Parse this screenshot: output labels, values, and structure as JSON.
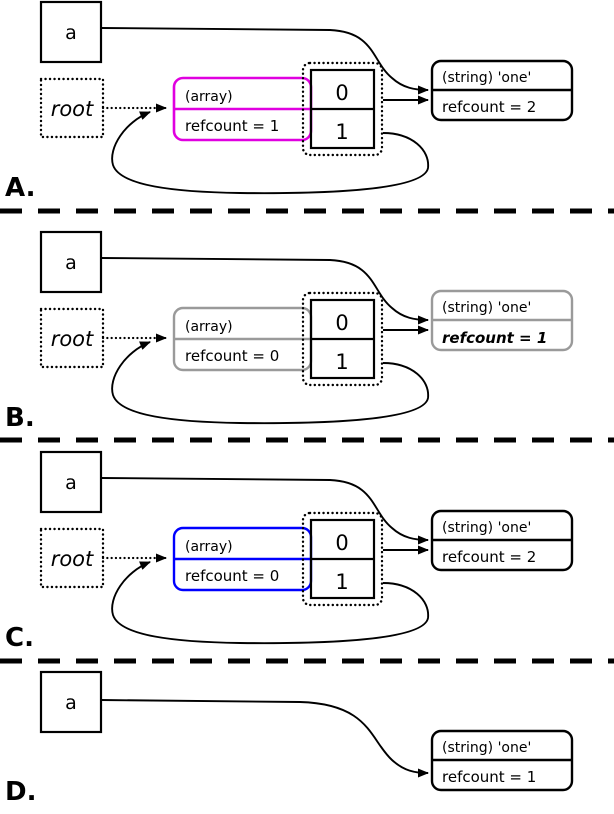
{
  "diagram": {
    "title": "PHP reference counting / cyclic garbage collection panels",
    "colors": {
      "black": "#000000",
      "magenta": "#e000e0",
      "blue": "#0000ff",
      "grey": "#9a9a9a",
      "white": "#ffffff"
    },
    "labels": {
      "variable": "a",
      "root": "root",
      "index_0": "0",
      "index_1": "1",
      "array_type": "(array)",
      "string_type": "(string) 'one'"
    },
    "panels": [
      {
        "id": "A",
        "label": "A.",
        "variable_box": {
          "text": "a"
        },
        "root_box": {
          "text": "root"
        },
        "array_box": {
          "type_text": "(array)",
          "refcount_text": "refcount = 1",
          "color": "#e000e0",
          "state": "highlighted-magenta"
        },
        "cells": [
          {
            "index": "0"
          },
          {
            "index": "1"
          }
        ],
        "string_box": {
          "type_text": "(string) 'one'",
          "refcount_text": "refcount = 2",
          "color": "#000000",
          "state": "normal"
        }
      },
      {
        "id": "B",
        "label": "B.",
        "variable_box": {
          "text": "a"
        },
        "root_box": {
          "text": "root"
        },
        "array_box": {
          "type_text": "(array)",
          "refcount_text": "refcount = 0",
          "color": "#9a9a9a",
          "state": "greyed"
        },
        "cells": [
          {
            "index": "0"
          },
          {
            "index": "1"
          }
        ],
        "string_box": {
          "type_text": "(string) 'one'",
          "refcount_text": "refcount = 1",
          "color": "#9a9a9a",
          "state": "greyed-emphasis"
        }
      },
      {
        "id": "C",
        "label": "C.",
        "variable_box": {
          "text": "a"
        },
        "root_box": {
          "text": "root"
        },
        "array_box": {
          "type_text": "(array)",
          "refcount_text": "refcount = 0",
          "color": "#0000ff",
          "state": "highlighted-blue"
        },
        "cells": [
          {
            "index": "0"
          },
          {
            "index": "1"
          }
        ],
        "string_box": {
          "type_text": "(string) 'one'",
          "refcount_text": "refcount = 2",
          "color": "#000000",
          "state": "normal"
        }
      },
      {
        "id": "D",
        "label": "D.",
        "variable_box": {
          "text": "a"
        },
        "root_box": null,
        "array_box": null,
        "cells": [],
        "string_box": {
          "type_text": "(string) 'one'",
          "refcount_text": "refcount = 1",
          "color": "#000000",
          "state": "normal"
        }
      }
    ]
  }
}
